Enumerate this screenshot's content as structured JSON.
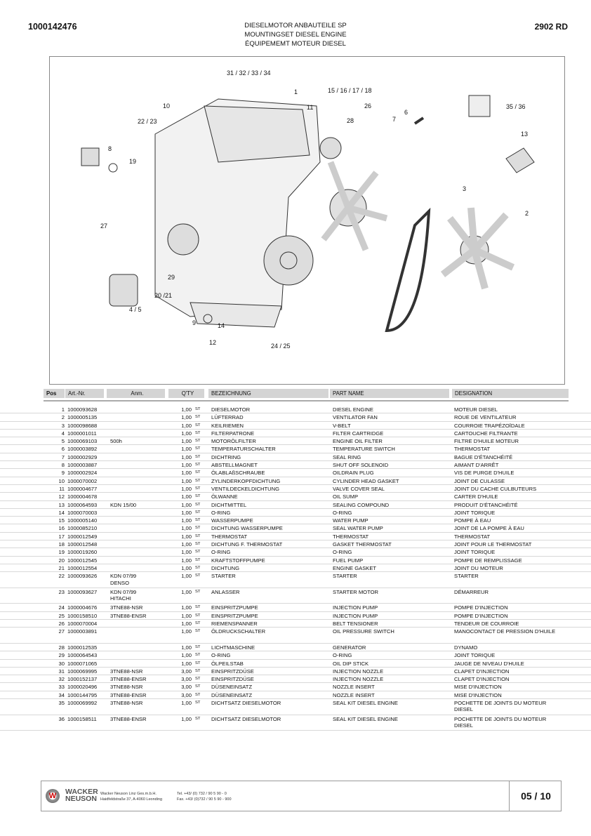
{
  "header": {
    "doc_number": "1000142476",
    "title_de": "DIESELMOTOR ANBAUTEILE  SP",
    "title_en": "MOUNTINGSET DIESEL ENGINE",
    "title_fr": "ÉQUIPEMEMT  MOTEUR DIESEL",
    "model": "2902 RD"
  },
  "callouts": [
    "31 / 32 / 33 / 34",
    "1",
    "15 / 16 / 17 / 18",
    "26",
    "10",
    "11",
    "6",
    "22 / 23",
    "7",
    "28",
    "35 / 36",
    "13",
    "8",
    "19",
    "3",
    "2",
    "27",
    "29",
    "20 /21",
    "4 / 5",
    "9",
    "14",
    "12",
    "24 / 25"
  ],
  "table": {
    "headers": {
      "pos": "Pos",
      "art": "Art.-Nr.",
      "anm": "Anm.",
      "qty": "Q'TY",
      "bez": "BEZEICHNUNG",
      "pn": "PART NAME",
      "des": "DESIGNATION"
    },
    "rows": [
      [
        "1",
        "1000093628",
        "",
        "1,00",
        "ST",
        "DIESELMOTOR",
        "DIESEL ENGINE",
        "MOTEUR DIESEL"
      ],
      [
        "2",
        "1000005135",
        "",
        "1,00",
        "ST",
        "LÜFTERRAD",
        "VENTILATOR FAN",
        "ROUE DE VENTILATEUR"
      ],
      [
        "3",
        "1000098688",
        "",
        "1,00",
        "ST",
        "KEILRIEMEN",
        "V-BELT",
        "COURROIE TRAPÉZOÏDALE"
      ],
      [
        "4",
        "1000001011",
        "",
        "1,00",
        "ST",
        "FILTERPATRONE",
        "FILTER CARTRIDGE",
        "CARTOUCHE FILTRANTE"
      ],
      [
        "5",
        "1000069103",
        "500h",
        "1,00",
        "ST",
        "MOTORÖLFILTER",
        "ENGINE OIL FILTER",
        "FILTRE D'HUILE MOTEUR"
      ],
      [
        "6",
        "1000003892",
        "",
        "1,00",
        "ST",
        "TEMPERATURSCHALTER",
        "TEMPERATURE SWITCH",
        "THERMOSTAT"
      ],
      [
        "7",
        "1000002929",
        "",
        "1,00",
        "ST",
        "DICHTRING",
        "SEAL RING",
        "BAGUE D'ÉTANCHÉITÉ"
      ],
      [
        "8",
        "1000003887",
        "",
        "1,00",
        "ST",
        "ABSTELLMAGNET",
        "SHUT OFF SOLENOID",
        "AIMANT D'ARRÊT"
      ],
      [
        "9",
        "1000002924",
        "",
        "1,00",
        "ST",
        "ÖLABLAßSCHRAUBE",
        "OILDRAIN PLUG",
        "VIS DE PURGE D'HUILE"
      ],
      [
        "10",
        "1000070002",
        "",
        "1,00",
        "ST",
        "ZYLINDERKOPFDICHTUNG",
        "CYLINDER HEAD GASKET",
        "JOINT DE CULASSE"
      ],
      [
        "11",
        "1000004677",
        "",
        "1,00",
        "ST",
        "VENTILDECKELDICHTUNG",
        "VALVE COVER SEAL",
        "JOINT DU CACHE CULBUTEURS"
      ],
      [
        "12",
        "1000004678",
        "",
        "1,00",
        "ST",
        "ÖLWANNE",
        "OIL SUMP",
        "CARTER D'HUILE"
      ],
      [
        "13",
        "1000064593",
        "KDN 15/00",
        "1,00",
        "ST",
        "DICHTMITTEL",
        "SEALING COMPOUND",
        "PRODUIT D'ÉTANCHÉITÉ"
      ],
      [
        "14",
        "1000070003",
        "",
        "1,00",
        "ST",
        "O-RING",
        "O-RING",
        "JOINT TORIQUE"
      ],
      [
        "15",
        "1000005140",
        "",
        "1,00",
        "ST",
        "WASSERPUMPE",
        "WATER PUMP",
        "POMPE À EAU"
      ],
      [
        "16",
        "1000085210",
        "",
        "1,00",
        "ST",
        "DICHTUNG WASSERPUMPE",
        "SEAL WATER PUMP",
        "JOINT DE LA POMPE À EAU"
      ],
      [
        "17",
        "1000012549",
        "",
        "1,00",
        "ST",
        "THERMOSTAT",
        "THERMOSTAT",
        "THERMOSTAT"
      ],
      [
        "18",
        "1000012548",
        "",
        "1,00",
        "ST",
        "DICHTUNG F. THERMOSTAT",
        "GASKET THERMOSTAT",
        "JOINT POUR LE THERMOSTAT"
      ],
      [
        "19",
        "1000019260",
        "",
        "1,00",
        "ST",
        "O-RING",
        "O-RING",
        "JOINT TORIQUE"
      ],
      [
        "20",
        "1000012545",
        "",
        "1,00",
        "ST",
        "KRAFTSTOFFPUMPE",
        "FUEL PUMP",
        "POMPE DE REMPLISSAGE"
      ],
      [
        "21",
        "1000012554",
        "",
        "1,00",
        "ST",
        "DICHTUNG",
        "ENGINE GASKET",
        "JOINT DU MOTEUR"
      ],
      [
        "22",
        "1000093626",
        "KDN 07/99\nDENSO",
        "1,00",
        "ST",
        "STARTER",
        "STARTER",
        "STARTER"
      ],
      [
        "23",
        "1000093627",
        "KDN 07/99\nHITACHI",
        "1,00",
        "ST",
        "ANLASSER",
        "STARTER MOTOR",
        "DÉMARREUR"
      ],
      [
        "24",
        "1000004676",
        "3TNE88-NSR",
        "1,00",
        "ST",
        "EINSPRITZPUMPE",
        "INJECTION PUMP",
        "POMPE D'INJECTION"
      ],
      [
        "25",
        "1000158510",
        "3TNE88-ENSR",
        "1,00",
        "ST",
        "EINSPRITZPUMPE",
        "INJECTION PUMP",
        "POMPE D'INJECTION"
      ],
      [
        "26",
        "1000070004",
        "",
        "1,00",
        "ST",
        "RIEMENSPANNER",
        "BELT TENSIONER",
        "TENDEUR DE COURROIE"
      ],
      [
        "27",
        "1000003891",
        "",
        "1,00",
        "ST",
        "ÖLDRUCKSCHALTER",
        "OIL PRESSURE SWITCH",
        "MANOCONTACT DE PRESSION D'HUILE"
      ],
      [
        "28",
        "1000012535",
        "",
        "1,00",
        "ST",
        "LICHTMASCHINE",
        "GENERATOR",
        "DYNAMO"
      ],
      [
        "29",
        "1000064543",
        "",
        "1,00",
        "ST",
        "O-RING",
        "O-RING",
        "JOINT TORIQUE"
      ],
      [
        "30",
        "1000071065",
        "",
        "1,00",
        "ST",
        "ÖLPEILSTAB",
        "OIL DIP STICK",
        "JAUGE DE NIVEAU D'HUILE"
      ],
      [
        "31",
        "1000069995",
        "3TNE88-NSR",
        "3,00",
        "ST",
        "EINSPRITZDÜSE",
        "INJECTION NOZZLE",
        "CLAPET D'INJECTION"
      ],
      [
        "32",
        "1000152137",
        "3TNE88-ENSR",
        "3,00",
        "ST",
        "EINSPRITZDÜSE",
        "INJECTION NOZZLE",
        "CLAPET D'INJECTION"
      ],
      [
        "33",
        "1000020496",
        "3TNE88-NSR",
        "3,00",
        "ST",
        "DÜSENEINSATZ",
        "NOZZLE INSERT",
        "MISE D'INJECTION"
      ],
      [
        "34",
        "1000144795",
        "3TNE88-ENSR",
        "3,00",
        "ST",
        "DÜSENEINSATZ",
        "NOZZLE INSERT",
        "MISE D'INJECTION"
      ],
      [
        "35",
        "1000069992",
        "3TNE88-NSR",
        "1,00",
        "ST",
        "DICHTSATZ DIESELMOTOR",
        "SEAL KIT DIESEL ENGINE",
        "POCHETTE DE JOINTS DU MOTEUR DIESEL"
      ],
      [
        "36",
        "1000158511",
        "3TNE88-ENSR",
        "1,00",
        "ST",
        "DICHTSATZ DIESELMOTOR",
        "SEAL KIT DIESEL ENGINE",
        "POCHETTE DE JOINTS DU MOTEUR DIESEL"
      ]
    ]
  },
  "footer": {
    "brand_line1": "WACKER",
    "brand_line2": "NEUSON",
    "company": "Wacker Neuson Linz  Ges.m.b.H.",
    "address": "Haidfeldstraße 37, A-4060 Leonding",
    "tel": "Tel. +43/ (0) 732 / 90 5 90 - 0",
    "fax": "Fax. +43/ (0)732 / 90 5 90 - 900",
    "page": "05 / 10"
  }
}
